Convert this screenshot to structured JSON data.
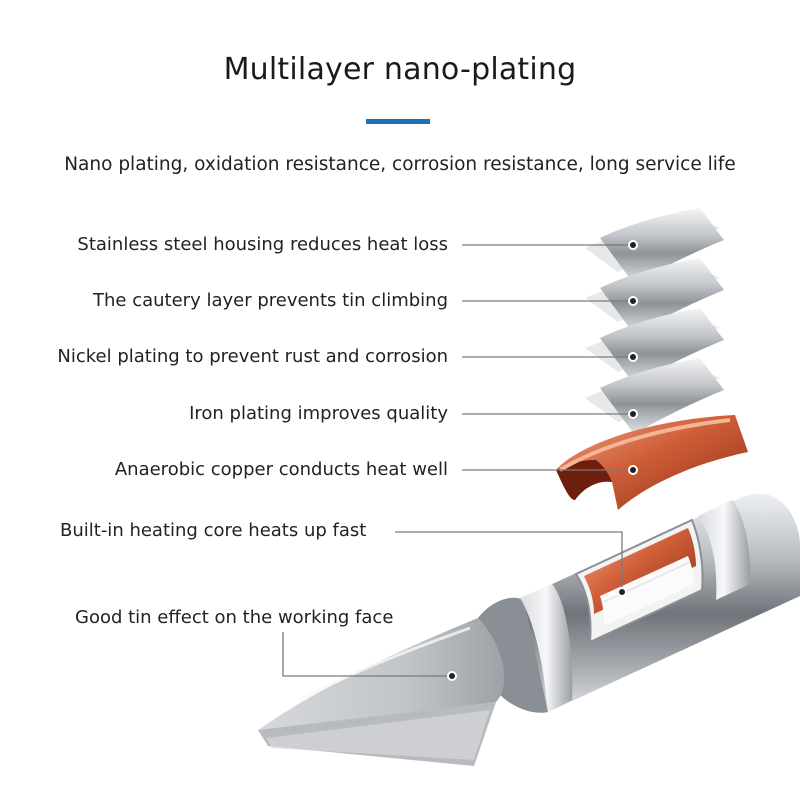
{
  "title": "Multilayer nano-plating",
  "subtitle": "Nano plating, oxidation resistance, corrosion resistance, long service life",
  "colors": {
    "accent": "#1f6fb5",
    "copper": "#c0502e",
    "copper_dark": "#7e2613",
    "silver": "#c9ccd0",
    "leader_line": "#7a7a7a"
  },
  "callouts": [
    {
      "label": "Stainless steel housing reduces heat loss",
      "layer": "stainless-steel-housing"
    },
    {
      "label": "The cautery layer prevents tin climbing",
      "layer": "cautery-layer"
    },
    {
      "label": "Nickel plating to prevent rust and corrosion",
      "layer": "nickel-plating"
    },
    {
      "label": "Iron plating improves quality",
      "layer": "iron-plating"
    },
    {
      "label": "Anaerobic copper conducts heat well",
      "layer": "anaerobic-copper"
    },
    {
      "label": "Built-in heating core heats up fast",
      "layer": "heating-core"
    },
    {
      "label": "Good tin effect on the working face",
      "layer": "working-face"
    }
  ]
}
